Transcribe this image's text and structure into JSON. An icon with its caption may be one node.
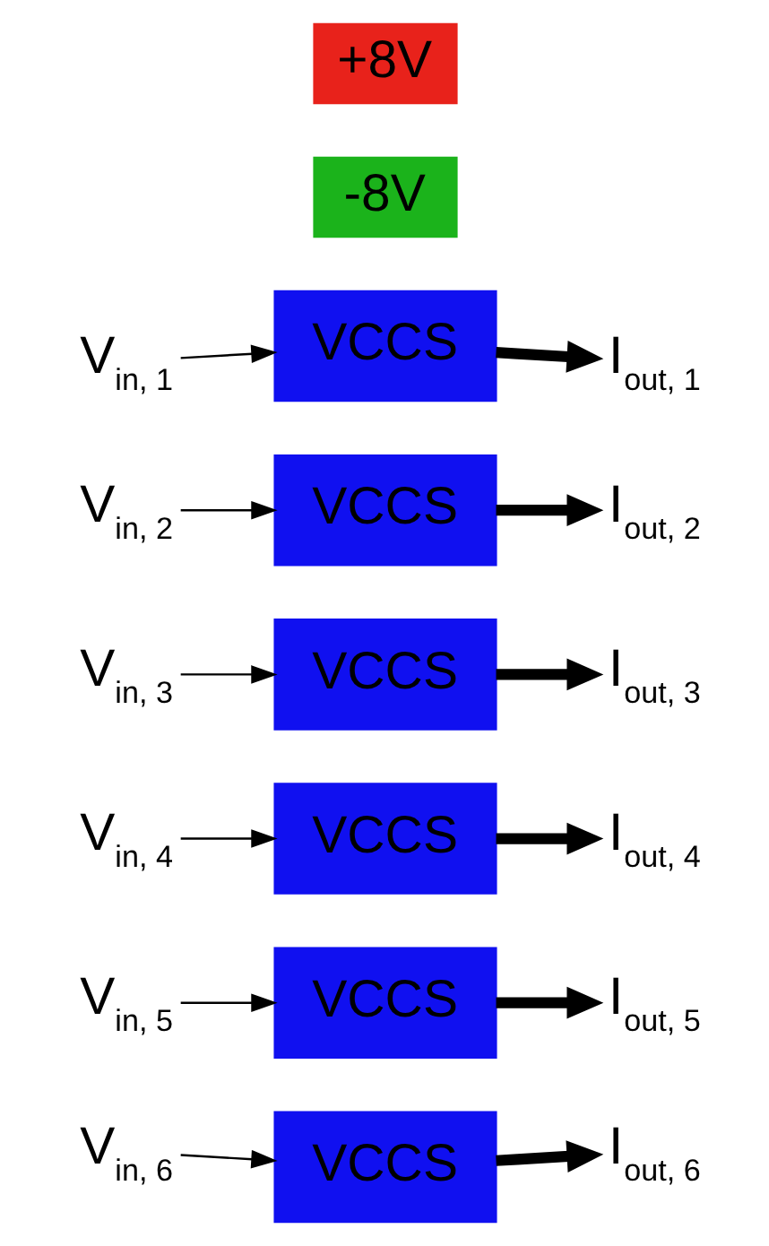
{
  "diagram": {
    "nodes": [
      {
        "text": [
          "+8V"
        ]
      },
      {
        "text": [
          "-8V"
        ]
      },
      {
        "text": [
          "V$_{in, 1}$"
        ]
      },
      {
        "text": [
          "VCCS"
        ]
      },
      {
        "text": [
          "I$_{out, 1}$"
        ]
      },
      {
        "text": [
          "V$_{in, 2}$"
        ]
      },
      {
        "text": [
          "VCCS"
        ]
      },
      {
        "text": [
          "I$_{out, 2}$"
        ]
      },
      {
        "text": [
          "V$_{in, 3}$"
        ]
      },
      {
        "text": [
          "VCCS"
        ]
      },
      {
        "text": [
          "I$_{out, 3}$"
        ]
      },
      {
        "text": [
          "V$_{in, 4}$"
        ]
      },
      {
        "text": [
          "VCCS"
        ]
      },
      {
        "text": [
          "I$_{out, 4}$"
        ]
      },
      {
        "text": [
          "V$_{in, 5}$"
        ]
      },
      {
        "text": [
          "VCCS"
        ]
      },
      {
        "text": [
          "I$_{out, 5}$"
        ]
      },
      {
        "text": [
          "V$_{in, 6}$"
        ]
      },
      {
        "text": [
          "VCCS"
        ]
      },
      {
        "text": [
          "I$_{out, 6}$"
        ]
      }
    ],
    "edges": [
      {
        "from": 2,
        "to": 3,
        "arrow": "to"
      },
      {
        "from": 3,
        "to": 4,
        "arrow": "to",
        "style": "thick"
      },
      {
        "from": 5,
        "to": 6,
        "arrow": "to"
      },
      {
        "from": 6,
        "to": 7,
        "arrow": "to",
        "style": "thick"
      },
      {
        "from": 8,
        "to": 9,
        "arrow": "to"
      },
      {
        "from": 9,
        "to": 10,
        "arrow": "to",
        "style": "thick"
      },
      {
        "from": 11,
        "to": 12,
        "arrow": "to"
      },
      {
        "from": 12,
        "to": 13,
        "arrow": "to",
        "style": "thick"
      },
      {
        "from": 14,
        "to": 15,
        "arrow": "to"
      },
      {
        "from": 15,
        "to": 16,
        "arrow": "to",
        "style": "thick"
      },
      {
        "from": 17,
        "to": 18,
        "arrow": "to"
      },
      {
        "from": 18,
        "to": 19,
        "arrow": "to",
        "style": "thick"
      }
    ]
  }
}
